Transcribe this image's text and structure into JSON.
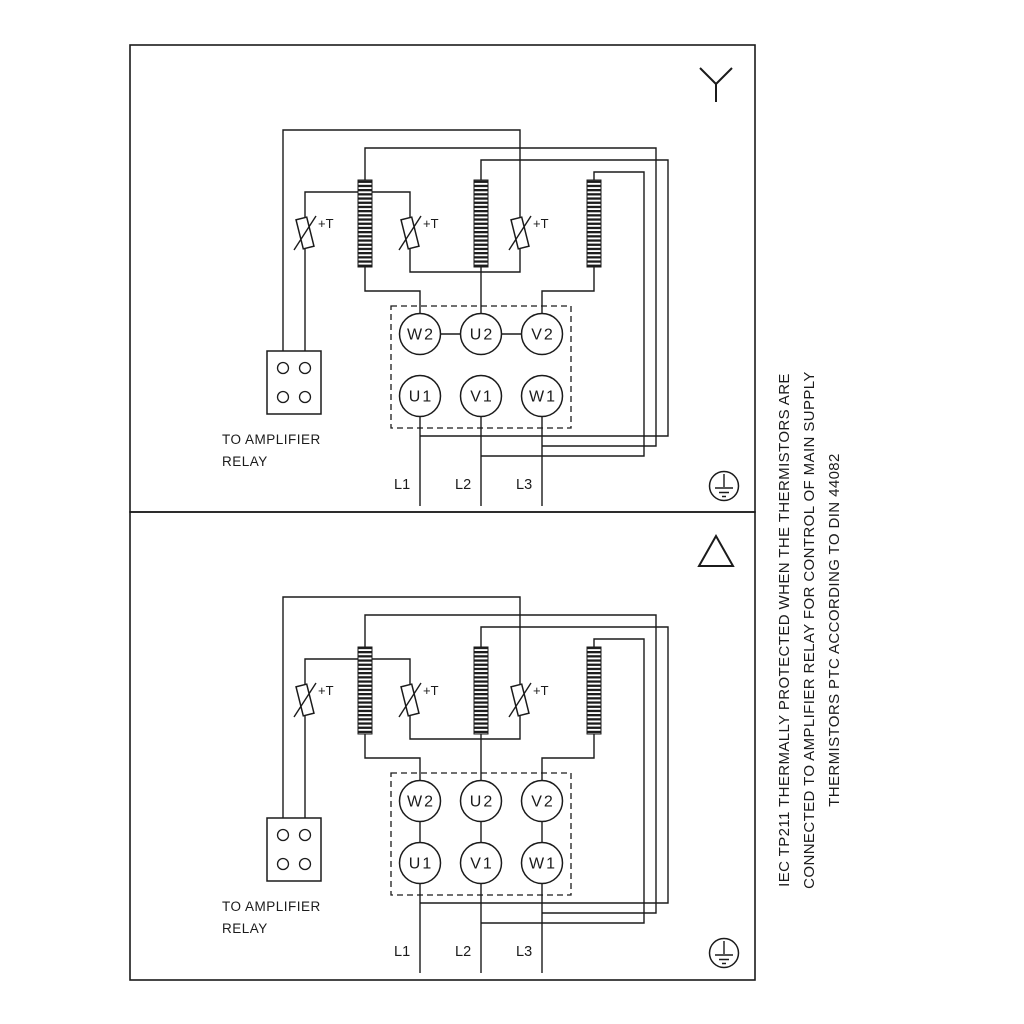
{
  "side_note": {
    "lines": [
      "IEC TP211 THERMALLY PROTECTED WHEN THE THERMISTORS ARE",
      "CONNECTED TO AMPLIFIER RELAY FOR CONTROL OF MAIN SUPPLY",
      "THERMISTORS PTC ACCORDING TO DIN 44082"
    ]
  },
  "panels": [
    {
      "name": "star-connection",
      "connection_symbol": "star",
      "terminals": {
        "top": [
          "W2",
          "U2",
          "V2"
        ],
        "bottom": [
          "U1",
          "V1",
          "W1"
        ]
      },
      "thermistor_labels": [
        "+T",
        "+T",
        "+T"
      ],
      "relay_caption": [
        "TO AMPLIFIER",
        "RELAY"
      ],
      "supply_labels": [
        "L1",
        "L2",
        "L3"
      ]
    },
    {
      "name": "delta-connection",
      "connection_symbol": "delta",
      "terminals": {
        "top": [
          "W2",
          "U2",
          "V2"
        ],
        "bottom": [
          "U1",
          "V1",
          "W1"
        ]
      },
      "thermistor_labels": [
        "+T",
        "+T",
        "+T"
      ],
      "relay_caption": [
        "TO AMPLIFIER",
        "RELAY"
      ],
      "supply_labels": [
        "L1",
        "L2",
        "L3"
      ]
    }
  ],
  "colors": {
    "ink": "#1b1b1b",
    "background": "#ffffff"
  }
}
